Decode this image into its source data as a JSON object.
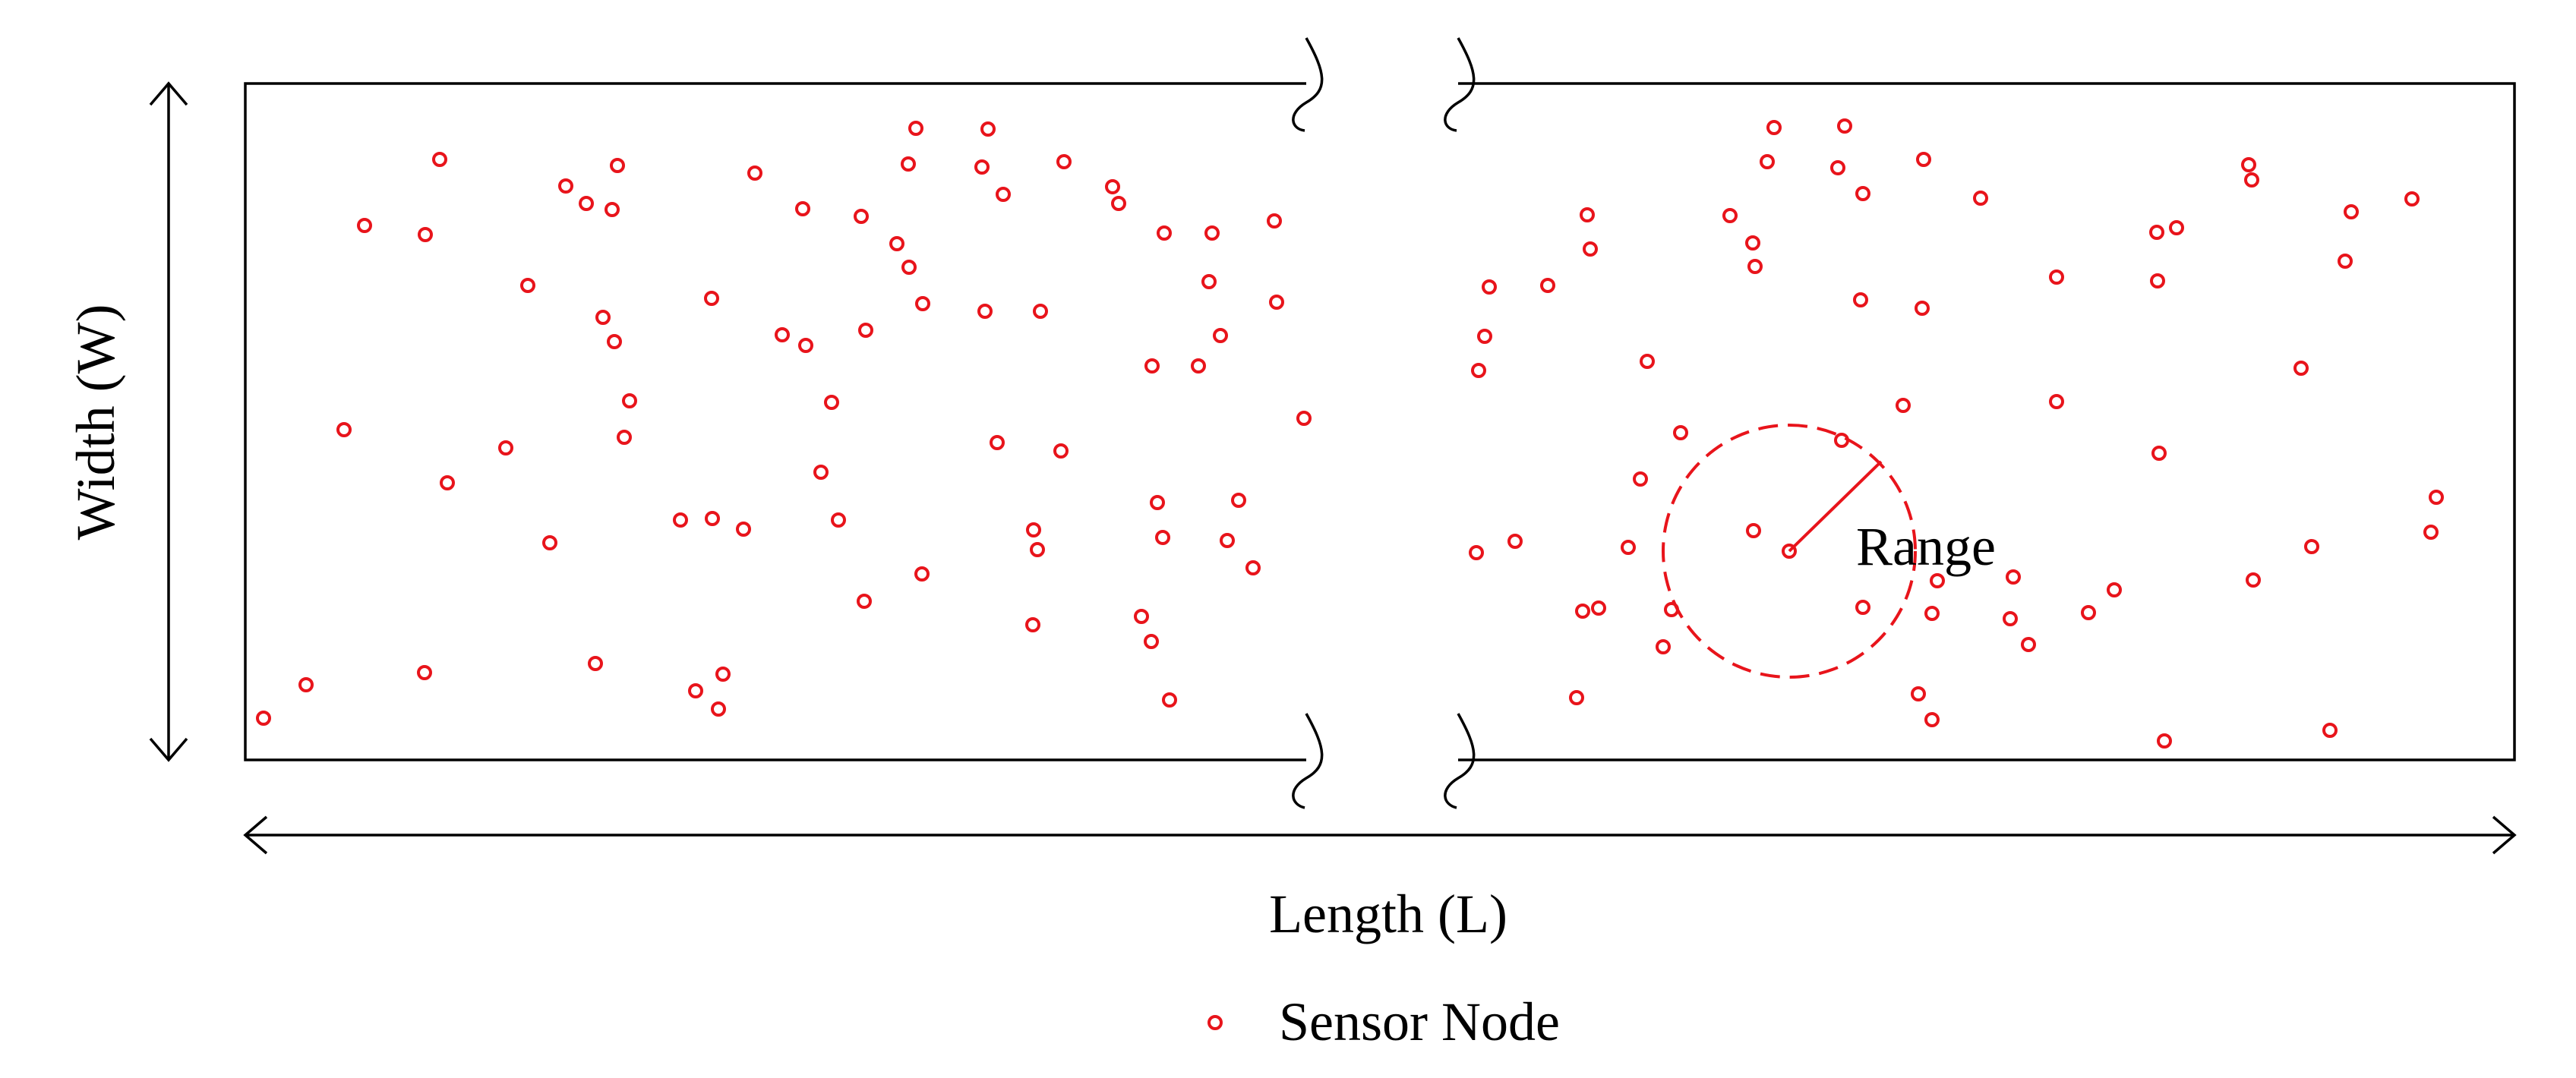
{
  "labels": {
    "width": "Width (W)",
    "length": "Length (L)",
    "range": "Range",
    "legend": "Sensor Node"
  },
  "colors": {
    "node": "#e8141b",
    "line": "#000000",
    "background": "#ffffff"
  }
}
